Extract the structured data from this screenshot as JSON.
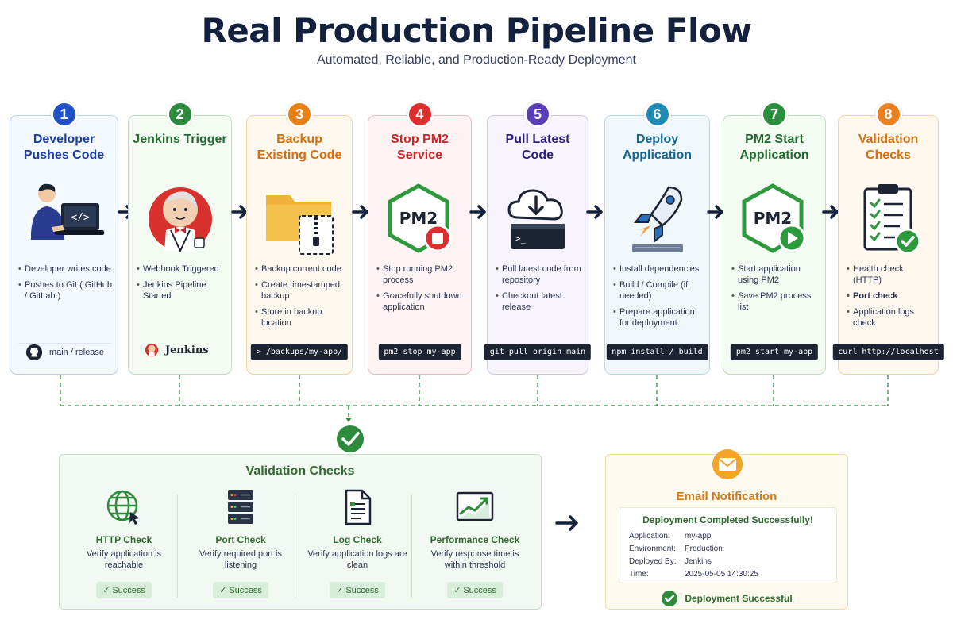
{
  "title": "Real Production Pipeline Flow",
  "subtitle": "Automated, Reliable, and Production-Ready Deployment",
  "colors": {
    "blue": "#1f4fc9",
    "green": "#2e8b3e",
    "orange": "#ea7f15",
    "red": "#dd2e2e",
    "purple": "#5a3fb8",
    "teal": "#1d8bb5",
    "green2": "#2a8f3c",
    "orange2": "#ee7f1d",
    "dark": "#14213d"
  },
  "steps": [
    {
      "num": "1",
      "title": "Developer Pushes Code",
      "bullets": [
        "Developer writes code",
        "Pushes to Git ( GitHub / GitLab )"
      ],
      "footer": "main / release",
      "footer_icon": "github-icon"
    },
    {
      "num": "2",
      "title": "Jenkins Trigger",
      "bullets": [
        "Webhook Triggered",
        "Jenkins Pipeline Started"
      ],
      "footer": "Jenkins",
      "footer_icon": "jenkins-icon"
    },
    {
      "num": "3",
      "title": "Backup Existing Code",
      "bullets": [
        "Backup current code",
        "Create timestamped backup",
        "Store in backup location"
      ],
      "command": "> /backups/my-app/"
    },
    {
      "num": "4",
      "title": "Stop PM2 Service",
      "bullets": [
        "Stop running PM2 process",
        "Gracefully shutdown application"
      ],
      "command": "pm2 stop my-app"
    },
    {
      "num": "5",
      "title": "Pull Latest Code",
      "bullets": [
        "Pull latest code from repository",
        "Checkout latest release"
      ],
      "command": "git pull origin main"
    },
    {
      "num": "6",
      "title": "Deploy Application",
      "bullets": [
        "Install dependencies",
        "Build / Compile (if needed)",
        "Prepare application for deployment"
      ],
      "command": "npm install / build"
    },
    {
      "num": "7",
      "title": "PM2 Start Application",
      "bullets": [
        "Start application using PM2",
        "Save PM2 process list"
      ],
      "command": "pm2 start my-app"
    },
    {
      "num": "8",
      "title": "Validation Checks",
      "bullets": [
        "Health check (HTTP)",
        "Port check",
        "Application logs check"
      ],
      "command": "curl http://localhost"
    }
  ],
  "validation": {
    "title": "Validation Checks",
    "items": [
      {
        "name": "HTTP Check",
        "desc": "Verify application is reachable",
        "status": "✓ Success",
        "icon": "globe-icon"
      },
      {
        "name": "Port Check",
        "desc": "Verify required port is listening",
        "status": "✓ Success",
        "icon": "server-icon"
      },
      {
        "name": "Log Check",
        "desc": "Verify application logs are clean",
        "status": "✓ Success",
        "icon": "log-file-icon"
      },
      {
        "name": "Performance Check",
        "desc": "Verify response time is within threshold",
        "status": "✓ Success",
        "icon": "trend-chart-icon"
      }
    ]
  },
  "email": {
    "title": "Email Notification",
    "header": "Deployment Completed Successfully!",
    "rows": [
      {
        "k": "Application:",
        "v": "my-app"
      },
      {
        "k": "Environment:",
        "v": "Production"
      },
      {
        "k": "Deployed By:",
        "v": "Jenkins"
      },
      {
        "k": "Time:",
        "v": "2025-05-05 14:30:25"
      }
    ],
    "status": "Deployment Successful"
  }
}
